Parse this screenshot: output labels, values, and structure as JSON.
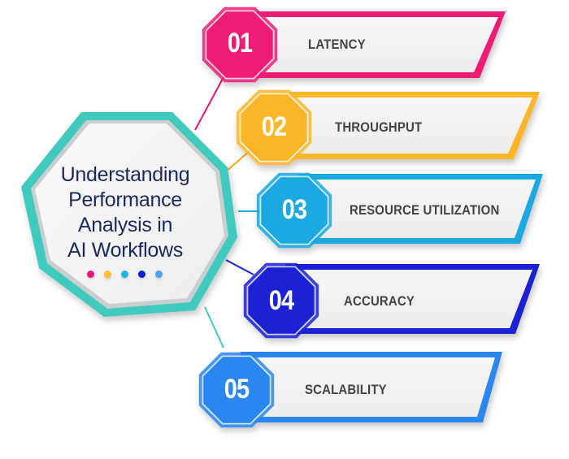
{
  "center": {
    "title_lines": [
      "Understanding",
      "Performance",
      "Analysis in",
      "AI Workflows"
    ],
    "ring_color": "#3fc9bd",
    "text_color": "#1b2a5e",
    "dots": [
      "#f0157a",
      "#fbbf2f",
      "#1ab6e0",
      "#0a1cd6",
      "#45a4f5"
    ]
  },
  "items": [
    {
      "number": "01",
      "label": "LATENCY",
      "color": "#ee1c74"
    },
    {
      "number": "02",
      "label": "THROUGHPUT",
      "color": "#fbb62c"
    },
    {
      "number": "03",
      "label": "RESOURCE UTILIZATION",
      "color": "#1aa8e0"
    },
    {
      "number": "04",
      "label": "ACCURACY",
      "color": "#1a22d4"
    },
    {
      "number": "05",
      "label": "SCALABILITY",
      "color": "#2a86f0"
    }
  ]
}
